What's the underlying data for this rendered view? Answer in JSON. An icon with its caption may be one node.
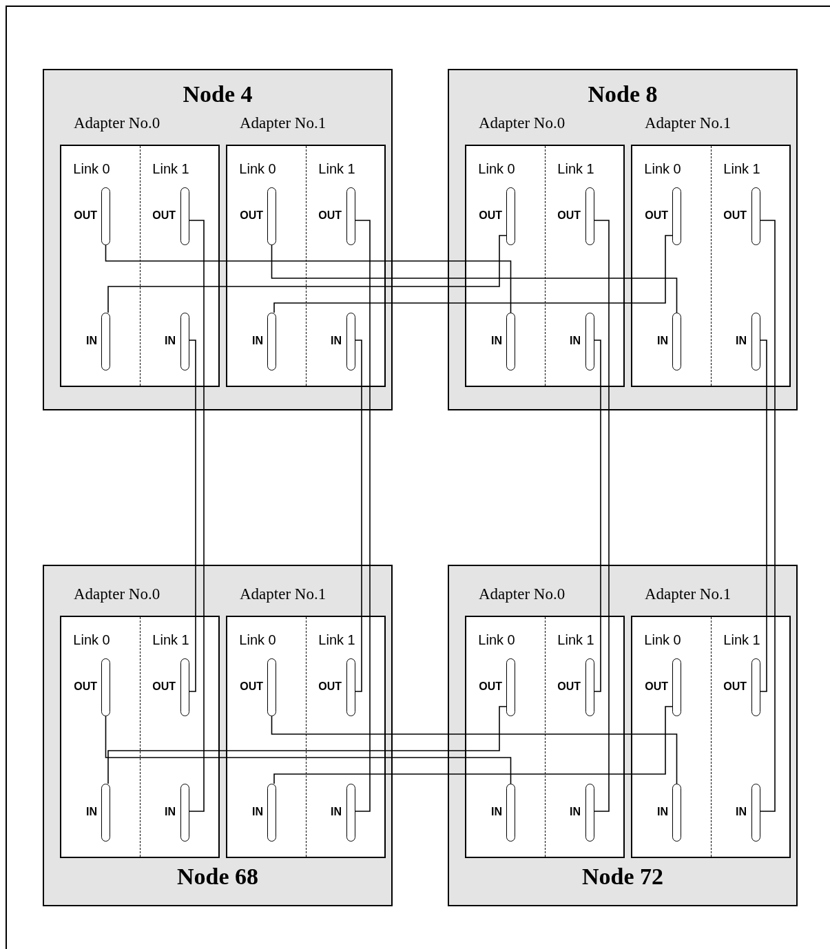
{
  "diagram": {
    "nodes": [
      {
        "text": [
          "Node 4"
        ]
      },
      {
        "text": [
          "Adapter No.0"
        ],
        "in": 0
      },
      {
        "text": [
          "Link 0"
        ],
        "in": 1
      },
      {
        "text": [],
        "shape": "bar",
        "beside": [
          "OUT"
        ],
        "in": 2
      },
      {
        "text": [],
        "shape": "bar",
        "beside": [
          "IN"
        ],
        "in": 2
      },
      {
        "text": [
          "Link 1"
        ],
        "in": 1
      },
      {
        "text": [],
        "shape": "bar",
        "beside": [
          "OUT"
        ],
        "in": 5
      },
      {
        "text": [],
        "shape": "bar",
        "beside": [
          "IN"
        ],
        "in": 5
      },
      {
        "text": [
          "Adapter No.1"
        ],
        "in": 0
      },
      {
        "text": [
          "Link 0"
        ],
        "in": 8
      },
      {
        "text": [],
        "shape": "bar",
        "beside": [
          "OUT"
        ],
        "in": 9
      },
      {
        "text": [],
        "shape": "bar",
        "beside": [
          "IN"
        ],
        "in": 9
      },
      {
        "text": [
          "Link 1"
        ],
        "in": 8
      },
      {
        "text": [],
        "shape": "bar",
        "beside": [
          "OUT"
        ],
        "in": 12
      },
      {
        "text": [],
        "shape": "bar",
        "beside": [
          "IN"
        ],
        "in": 12
      },
      {
        "text": [
          "Node 8"
        ]
      },
      {
        "text": [
          "Adapter No.0"
        ],
        "in": 15
      },
      {
        "text": [
          "Link 0"
        ],
        "in": 16
      },
      {
        "text": [],
        "shape": "bar",
        "beside": [
          "OUT"
        ],
        "in": 17
      },
      {
        "text": [],
        "shape": "bar",
        "beside": [
          "IN"
        ],
        "in": 17
      },
      {
        "text": [
          "Link 1"
        ],
        "in": 16
      },
      {
        "text": [],
        "shape": "bar",
        "beside": [
          "OUT"
        ],
        "in": 20
      },
      {
        "text": [],
        "shape": "bar",
        "beside": [
          "IN"
        ],
        "in": 20
      },
      {
        "text": [
          "Adapter No.1"
        ],
        "in": 15
      },
      {
        "text": [
          "Link 0"
        ],
        "in": 23
      },
      {
        "text": [],
        "shape": "bar",
        "beside": [
          "OUT"
        ],
        "in": 24
      },
      {
        "text": [],
        "shape": "bar",
        "beside": [
          "IN"
        ],
        "in": 24
      },
      {
        "text": [
          "Link 1"
        ],
        "in": 23
      },
      {
        "text": [],
        "shape": "bar",
        "beside": [
          "OUT"
        ],
        "in": 27
      },
      {
        "text": [],
        "shape": "bar",
        "beside": [
          "IN"
        ],
        "in": 27
      },
      {
        "text": [
          "Node 68"
        ]
      },
      {
        "text": [
          "Adapter No.0"
        ],
        "in": 30
      },
      {
        "text": [
          "Link 0"
        ],
        "in": 31
      },
      {
        "text": [],
        "shape": "bar",
        "beside": [
          "OUT"
        ],
        "in": 32
      },
      {
        "text": [],
        "shape": "bar",
        "beside": [
          "IN"
        ],
        "in": 32
      },
      {
        "text": [
          "Link 1"
        ],
        "in": 31
      },
      {
        "text": [],
        "shape": "bar",
        "beside": [
          "OUT"
        ],
        "in": 35
      },
      {
        "text": [],
        "shape": "bar",
        "beside": [
          "IN"
        ],
        "in": 35
      },
      {
        "text": [
          "Adapter No.1"
        ],
        "in": 30
      },
      {
        "text": [
          "Link 0"
        ],
        "in": 38
      },
      {
        "text": [],
        "shape": "bar",
        "beside": [
          "OUT"
        ],
        "in": 39
      },
      {
        "text": [],
        "shape": "bar",
        "beside": [
          "IN"
        ],
        "in": 39
      },
      {
        "text": [
          "Link 1"
        ],
        "in": 38
      },
      {
        "text": [],
        "shape": "bar",
        "beside": [
          "OUT"
        ],
        "in": 42
      },
      {
        "text": [],
        "shape": "bar",
        "beside": [
          "IN"
        ],
        "in": 42
      },
      {
        "text": [
          "Node 72"
        ]
      },
      {
        "text": [
          "Adapter No.0"
        ],
        "in": 45
      },
      {
        "text": [
          "Link 0"
        ],
        "in": 46
      },
      {
        "text": [],
        "shape": "bar",
        "beside": [
          "OUT"
        ],
        "in": 47
      },
      {
        "text": [],
        "shape": "bar",
        "beside": [
          "IN"
        ],
        "in": 47
      },
      {
        "text": [
          "Link 1"
        ],
        "in": 46
      },
      {
        "text": [],
        "shape": "bar",
        "beside": [
          "OUT"
        ],
        "in": 50
      },
      {
        "text": [],
        "shape": "bar",
        "beside": [
          "IN"
        ],
        "in": 50
      },
      {
        "text": [
          "Adapter No.1"
        ],
        "in": 45
      },
      {
        "text": [
          "Link 0"
        ],
        "in": 53
      },
      {
        "text": [],
        "shape": "bar",
        "beside": [
          "OUT"
        ],
        "in": 54
      },
      {
        "text": [],
        "shape": "bar",
        "beside": [
          "IN"
        ],
        "in": 54
      },
      {
        "text": [
          "Link 1"
        ],
        "in": 53
      },
      {
        "text": [],
        "shape": "bar",
        "beside": [
          "OUT"
        ],
        "in": 57
      },
      {
        "text": [],
        "shape": "bar",
        "beside": [
          "IN"
        ],
        "in": 57
      }
    ],
    "edges": [
      {
        "from": 3,
        "to": 19,
        "arrow": "none"
      },
      {
        "from": 10,
        "to": 26,
        "arrow": "none"
      },
      {
        "from": 18,
        "to": 4,
        "arrow": "none"
      },
      {
        "from": 25,
        "to": 11,
        "arrow": "none"
      },
      {
        "from": 6,
        "to": 37,
        "arrow": "none"
      },
      {
        "from": 36,
        "to": 7,
        "arrow": "none"
      },
      {
        "from": 13,
        "to": 44,
        "arrow": "none"
      },
      {
        "from": 43,
        "to": 14,
        "arrow": "none"
      },
      {
        "from": 21,
        "to": 52,
        "arrow": "none"
      },
      {
        "from": 51,
        "to": 22,
        "arrow": "none"
      },
      {
        "from": 28,
        "to": 59,
        "arrow": "none"
      },
      {
        "from": 58,
        "to": 29,
        "arrow": "none"
      },
      {
        "from": 40,
        "to": 56,
        "arrow": "none"
      },
      {
        "from": 48,
        "to": 34,
        "arrow": "none"
      },
      {
        "from": 33,
        "to": 49,
        "arrow": "none"
      },
      {
        "from": 55,
        "to": 41,
        "arrow": "none"
      }
    ]
  }
}
